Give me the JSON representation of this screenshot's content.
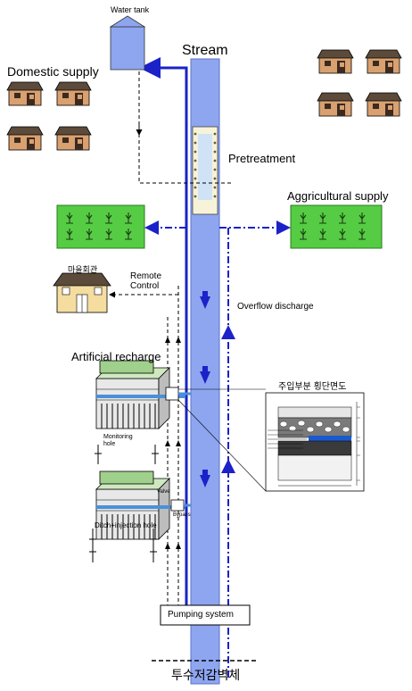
{
  "labels": {
    "water_tank": "Water tank",
    "stream": "Stream",
    "domestic_supply": "Domestic supply",
    "pretreatment": "Pretreatment",
    "agricultural_supply": "Aggricultural supply",
    "village_hall": "마을회관",
    "remote_control_1": "Remote",
    "remote_control_2": "Control",
    "overflow_discharge": "Overflow discharge",
    "artificial_recharge": "Artificial recharge",
    "cross_section_title": "주입부분 횡단면도",
    "monitoring_hole_1": "Monitoring",
    "monitoring_hole_2": "hole",
    "ditch_injection_hole": "Ditch+injection hole",
    "valve_label": "Valve",
    "bypass_label": "Bypass",
    "pumping_system": "Pumping system",
    "subsurface_barrier": "투수저감벽체"
  },
  "colors": {
    "stream": "#8EA6F0",
    "stream_edge": "#5E73C8",
    "flow_blue": "#1A22C8",
    "field_green": "#55CC44",
    "house_wall": "#D9A070",
    "roof": "#5C4A3A",
    "hall_wall": "#F5DDA0"
  }
}
